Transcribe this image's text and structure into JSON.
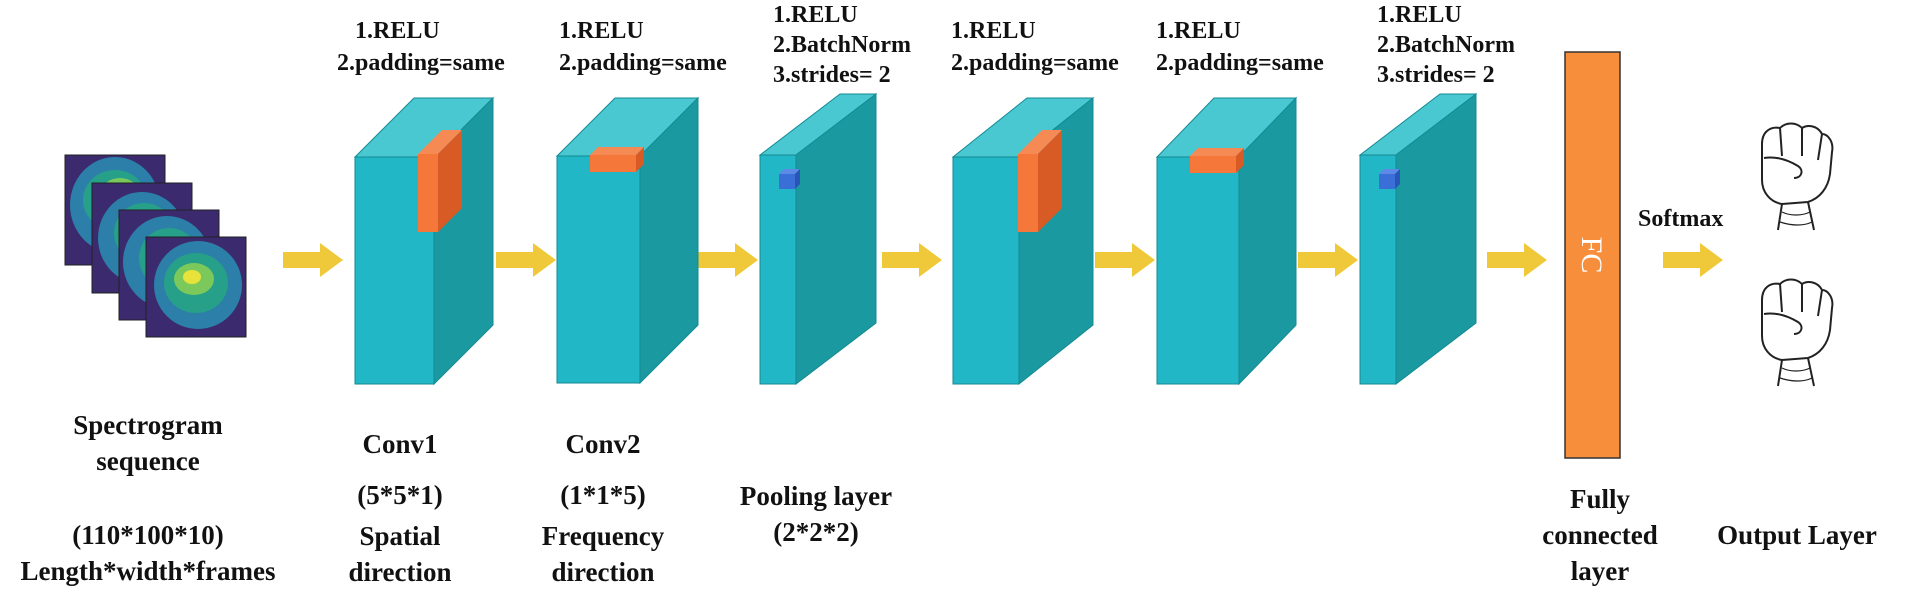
{
  "input": {
    "title_line1": "Spectrogram",
    "title_line2": "sequence",
    "dims": "(110*100*10)",
    "dims_desc": "Length*width*frames"
  },
  "blocks": [
    {
      "config": [
        "1.RELU",
        "2.padding=same"
      ],
      "name": "Conv1",
      "dims": "(5*5*1)",
      "desc": [
        "Spatial",
        "direction"
      ]
    },
    {
      "config": [
        "1.RELU",
        "2.padding=same"
      ],
      "name": "Conv2",
      "dims": "(1*1*5)",
      "desc": [
        "Frequency",
        "direction"
      ]
    },
    {
      "config": [
        "1.RELU",
        "2.BatchNorm",
        "3.strides= 2"
      ],
      "name": "Pooling layer",
      "dims": "(2*2*2)"
    },
    {
      "config": [
        "1.RELU",
        "2.padding=same"
      ]
    },
    {
      "config": [
        "1.RELU",
        "2.padding=same"
      ]
    },
    {
      "config": [
        "1.RELU",
        "2.BatchNorm",
        "3.strides= 2"
      ]
    }
  ],
  "fc": {
    "inside_label": "FC",
    "label": [
      "Fully",
      "connected",
      "layer"
    ]
  },
  "softmax_label": "Softmax",
  "output_label": "Output Layer",
  "colors": {
    "cube_front": "#22b7c6",
    "cube_top": "#49c8d1",
    "cube_side": "#1a9aa0",
    "kernel_orange": "#f5773a",
    "kernel_blue": "#3b6fd8",
    "fc_orange": "#f78e3c",
    "arrow_yellow": "#f0c93a"
  },
  "icons": [
    "spectrogram-frame-icon",
    "fist-icon"
  ]
}
